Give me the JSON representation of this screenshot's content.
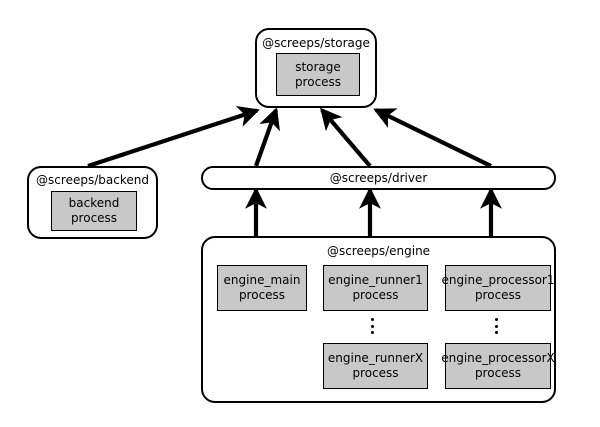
{
  "diagram": {
    "type": "architecture-block-diagram",
    "background_color": "#ffffff",
    "line_color": "#000000",
    "process_fill_color": "#c8c8c8",
    "packages": [
      {
        "id": "storage",
        "title": "@screeps/storage",
        "processes": [
          {
            "id": "storage-process",
            "line1": "storage",
            "line2": "process"
          }
        ]
      },
      {
        "id": "backend",
        "title": "@screeps/backend",
        "processes": [
          {
            "id": "backend-process",
            "line1": "backend",
            "line2": "process"
          }
        ]
      },
      {
        "id": "driver",
        "title": "@screeps/driver",
        "processes": []
      },
      {
        "id": "engine",
        "title": "@screeps/engine",
        "processes": [
          {
            "id": "engine-main",
            "line1": "engine_main",
            "line2": "process"
          },
          {
            "id": "engine-runner1",
            "line1": "engine_runner1",
            "line2": "process"
          },
          {
            "id": "engine-processor1",
            "line1": "engine_processor1",
            "line2": "process"
          },
          {
            "id": "engine-runnerx",
            "line1": "engine_runnerX",
            "line2": "process"
          },
          {
            "id": "engine-processorx",
            "line1": "engine_processorX",
            "line2": "process"
          }
        ],
        "ellipses": [
          {
            "id": "runner-ellipsis",
            "glyph": "vertical-ellipsis"
          },
          {
            "id": "processor-ellipsis",
            "glyph": "vertical-ellipsis"
          }
        ]
      }
    ],
    "connections": [
      {
        "id": "backend-to-storage",
        "from": "backend",
        "to": "storage",
        "style": "solid-arrow"
      },
      {
        "id": "driver-left-to-storage",
        "from": "driver",
        "to": "storage",
        "style": "solid-arrow"
      },
      {
        "id": "driver-mid-to-storage",
        "from": "driver",
        "to": "storage",
        "style": "solid-arrow"
      },
      {
        "id": "driver-right-to-storage",
        "from": "driver",
        "to": "storage",
        "style": "solid-arrow"
      },
      {
        "id": "engine-main-to-driver",
        "from": "engine",
        "to": "driver",
        "style": "solid-arrow"
      },
      {
        "id": "engine-runner-to-driver",
        "from": "engine",
        "to": "driver",
        "style": "solid-arrow"
      },
      {
        "id": "engine-processor-to-driver",
        "from": "engine",
        "to": "driver",
        "style": "solid-arrow"
      }
    ]
  }
}
